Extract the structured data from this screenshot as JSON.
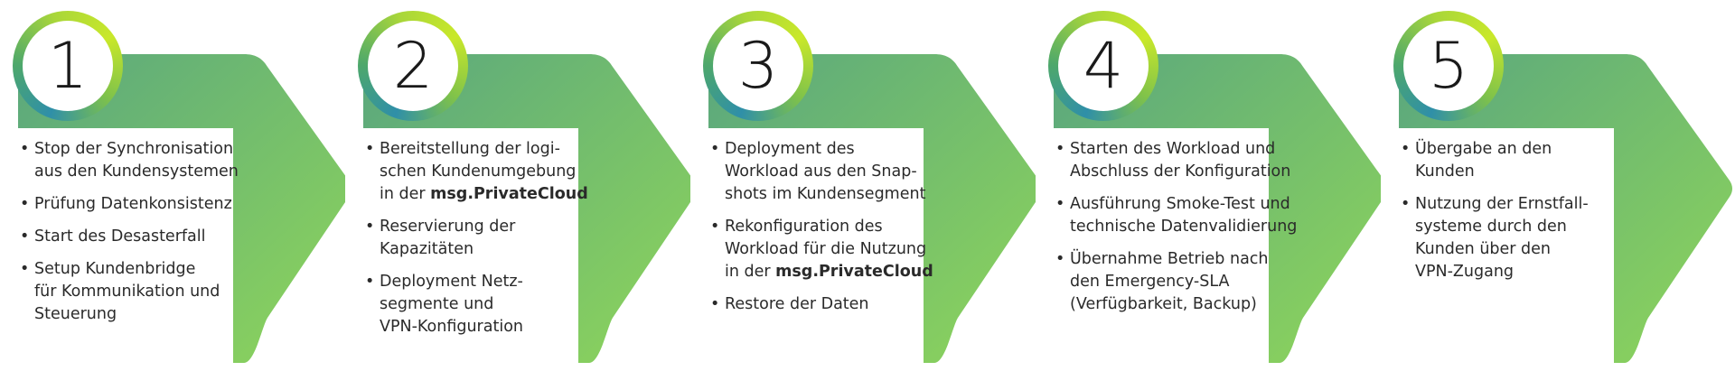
{
  "colors": {
    "arrow_start": "#5aa77e",
    "arrow_end": "#8fd65a",
    "ring_teal": "#2f8fa8",
    "ring_lime": "#c9e82a",
    "text": "#2a2a2a"
  },
  "steps": [
    {
      "number": "1",
      "items": [
        {
          "text": "Stop der Synchronisation\naus den Kundensystemen"
        },
        {
          "text": "Prüfung Datenkonsistenz"
        },
        {
          "text": "Start des Desasterfall"
        },
        {
          "text": "Setup Kundenbridge\nfür Kommunikation und\nSteuerung"
        }
      ]
    },
    {
      "number": "2",
      "items": [
        {
          "text": "Bereitstellung der logi-\nschen Kundenumgebung\nin der ",
          "bold": "msg.PrivateCloud"
        },
        {
          "text": "Reservierung der\nKapazitäten"
        },
        {
          "text": "Deployment Netz-\nsegmente und\nVPN-Konfiguration"
        }
      ]
    },
    {
      "number": "3",
      "items": [
        {
          "text": "Deployment des\nWorkload aus den Snap-\nshots im Kundensegment"
        },
        {
          "text": "Rekonfiguration des\nWorkload für die Nutzung\nin der ",
          "bold": "msg.PrivateCloud"
        },
        {
          "text": "Restore der Daten"
        }
      ]
    },
    {
      "number": "4",
      "items": [
        {
          "text": "Starten des Workload und\nAbschluss der Konfiguration"
        },
        {
          "text": "Ausführung Smoke-Test und\ntechnische Datenvalidierung"
        },
        {
          "text": "Übernahme Betrieb nach\nden Emergency-SLA\n(Verfügbarkeit, Backup)"
        }
      ]
    },
    {
      "number": "5",
      "items": [
        {
          "text": "Übergabe an den\nKunden"
        },
        {
          "text": "Nutzung der Ernstfall-\nsysteme durch den\nKunden über den\nVPN-Zugang"
        }
      ]
    }
  ]
}
